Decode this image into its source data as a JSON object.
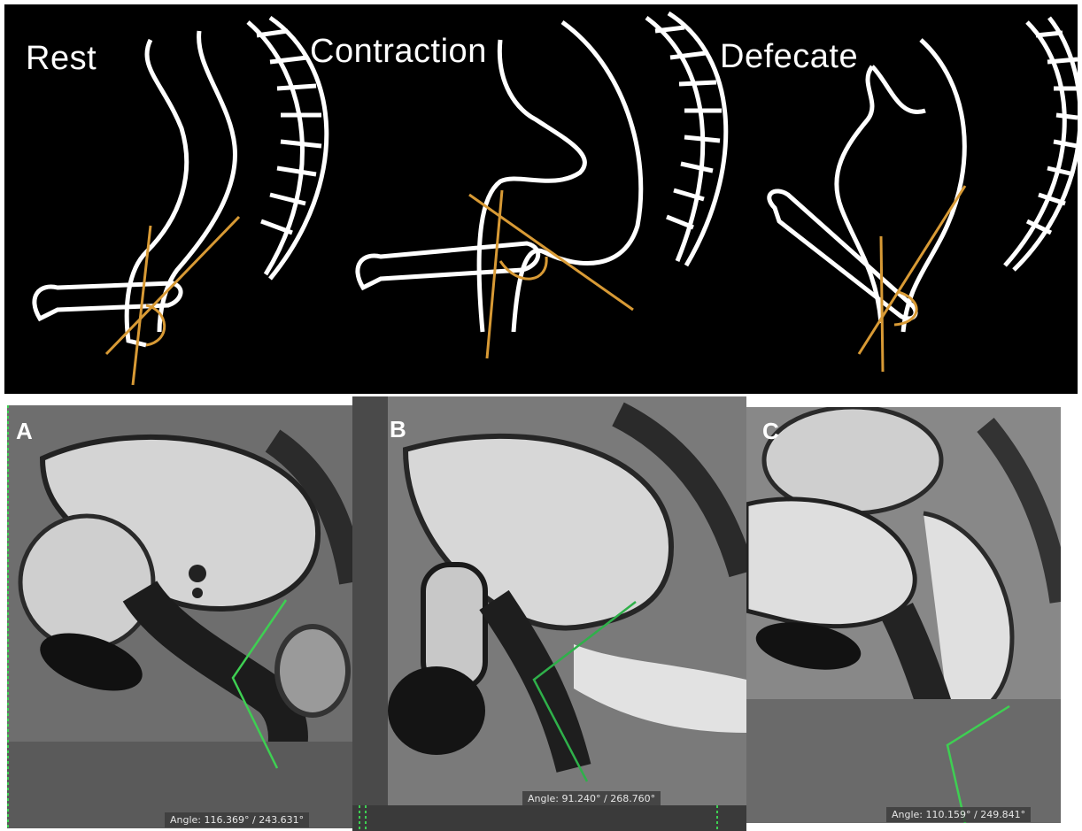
{
  "schematic": {
    "labels": [
      "Rest",
      "Contraction",
      "Defecate"
    ]
  },
  "mri_panels": [
    {
      "letter": "A",
      "angle_readout": "Angle: 116.369° / 243.631°"
    },
    {
      "letter": "B",
      "angle_readout": "Angle: 91.240° / 268.760°"
    },
    {
      "letter": "C",
      "angle_readout": "Angle: 110.159° / 249.841°"
    }
  ],
  "colors": {
    "schematic_background": "#000000",
    "outline": "#ffffff",
    "angle_line_schematic": "#d89a35",
    "angle_line_mri": "#3ecf52",
    "mri_gray": "#7b7b7b"
  }
}
